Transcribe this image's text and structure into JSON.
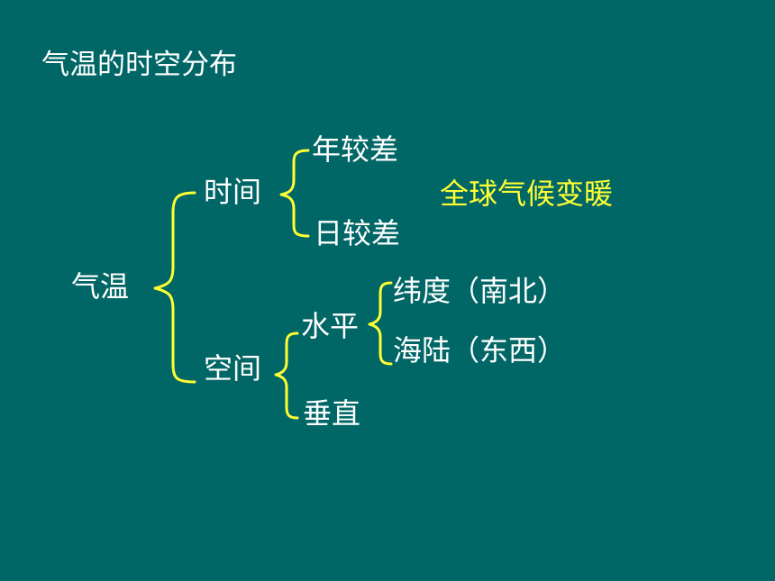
{
  "title": "气温的时空分布",
  "root": "气温",
  "time": {
    "label": "时间",
    "children": [
      "年较差",
      "日较差"
    ]
  },
  "space": {
    "label": "空间",
    "horizontal": {
      "label": "水平",
      "children": [
        "纬度（南北）",
        "海陆（东西）"
      ]
    },
    "vertical": "垂直"
  },
  "highlight_note": "全球气候变暖",
  "colors": {
    "background": "#006666",
    "text": "#ffffff",
    "brace": "#ffff33",
    "highlight": "#ffff33"
  }
}
